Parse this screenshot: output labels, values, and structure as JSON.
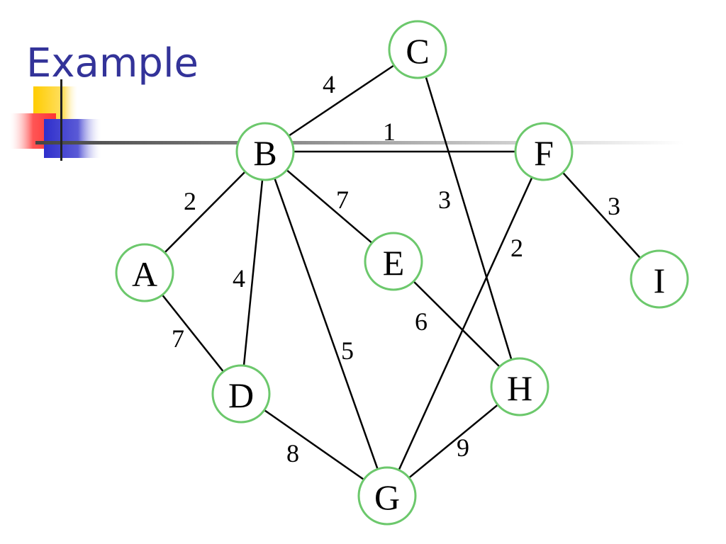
{
  "slide": {
    "title": "Example"
  },
  "graph": {
    "nodes": [
      {
        "id": "A",
        "label": "A"
      },
      {
        "id": "B",
        "label": "B"
      },
      {
        "id": "C",
        "label": "C"
      },
      {
        "id": "D",
        "label": "D"
      },
      {
        "id": "E",
        "label": "E"
      },
      {
        "id": "F",
        "label": "F"
      },
      {
        "id": "G",
        "label": "G"
      },
      {
        "id": "H",
        "label": "H"
      },
      {
        "id": "I",
        "label": "I"
      }
    ],
    "edges": [
      {
        "from": "B",
        "to": "C",
        "weight": "4"
      },
      {
        "from": "B",
        "to": "F",
        "weight": "1"
      },
      {
        "from": "A",
        "to": "B",
        "weight": "2"
      },
      {
        "from": "B",
        "to": "D",
        "weight": "4"
      },
      {
        "from": "B",
        "to": "E",
        "weight": "7"
      },
      {
        "from": "B",
        "to": "G",
        "weight": "5"
      },
      {
        "from": "A",
        "to": "D",
        "weight": "7"
      },
      {
        "from": "C",
        "to": "H",
        "weight": "3"
      },
      {
        "from": "F",
        "to": "G",
        "weight": "2"
      },
      {
        "from": "F",
        "to": "I",
        "weight": "3"
      },
      {
        "from": "E",
        "to": "H",
        "weight": "6"
      },
      {
        "from": "D",
        "to": "G",
        "weight": "8"
      },
      {
        "from": "G",
        "to": "H",
        "weight": "9"
      }
    ]
  },
  "colors": {
    "title": "#333399",
    "node_stroke": "#6cc86c",
    "edge": "#000000",
    "deco_yellow": "#ffcc00",
    "deco_red": "#ff3333",
    "deco_blue": "#3333cc"
  }
}
